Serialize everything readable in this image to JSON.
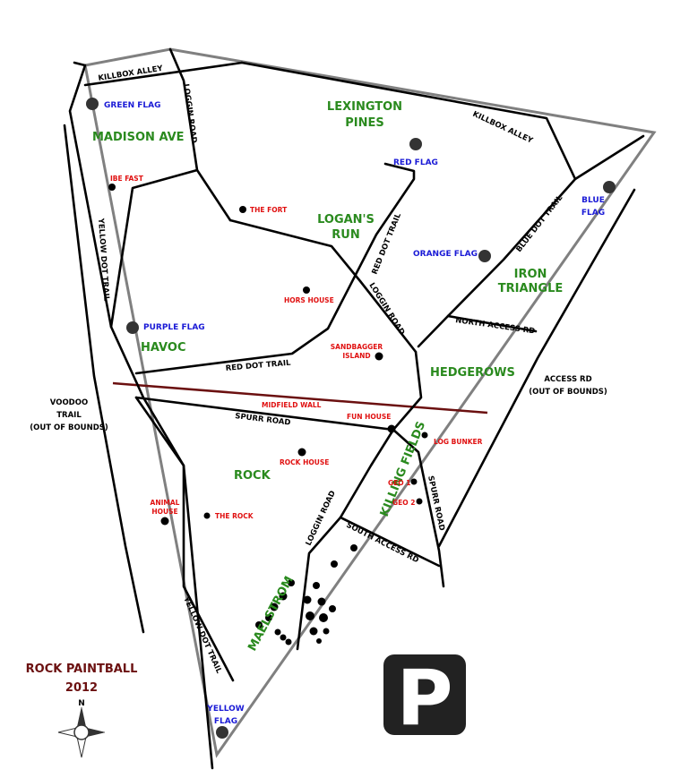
{
  "areas": {
    "madison": "MADISON AVE",
    "lexington_1": "LEXINGTON",
    "lexington_2": "PINES",
    "logans_1": "LOGAN'S",
    "logans_2": "RUN",
    "iron_1": "IRON",
    "iron_2": "TRIANGLE",
    "havoc": "HAVOC",
    "hedgerows": "HEDGEROWS",
    "rock": "ROCK",
    "killing": "KILLING FIELDS",
    "maelstrom": "MAELSTROM"
  },
  "flags": {
    "green": "GREEN FLAG",
    "red": "RED FLAG",
    "orange": "ORANGE FLAG",
    "blue_1": "BLUE",
    "blue_2": "FLAG",
    "purple": "PURPLE FLAG",
    "yellow_1": "YELLOW",
    "yellow_2": "FLAG"
  },
  "points": {
    "ibe_fast": "IBE FAST",
    "the_fort": "THE FORT",
    "hors_house": "HORS HOUSE",
    "sandbagger_1": "SANDBAGGER",
    "sandbagger_2": "ISLAND",
    "midfield_wall": "MIDFIELD WALL",
    "fun_house": "FUN HOUSE",
    "log_bunker": "LOG BUNKER",
    "rock_house": "ROCK HOUSE",
    "geo1": "GEO 1",
    "geo2": "GEO 2",
    "animal_1": "ANIMAL",
    "animal_2": "HOUSE",
    "the_rock": "THE ROCK"
  },
  "trails": {
    "killbox_top": "KILLBOX ALLEY",
    "killbox_right": "KILLBOX ALLEY",
    "loggin_top": "LOGGIN ROAD",
    "loggin_mid": "LOGGIN ROAD",
    "loggin_bottom": "LOGGIN ROAD",
    "red_dot_mid": "RED DOT TRAIL",
    "red_dot_left": "RED DOT TRAIL",
    "blue_dot": "BLUE DOT TRAIL",
    "yellow_dot_top": "YELLOW DOT TRAIL",
    "yellow_dot_bottom": "YELLOW DOT TRAIL",
    "north_access": "NORTH ACCESS RD",
    "access_1": "ACCESS RD",
    "access_2": "(OUT OF BOUNDS)",
    "voodoo_1": "VOODOO",
    "voodoo_2": "TRAIL",
    "voodoo_3": "(OUT OF BOUNDS)",
    "spurr_left": "SPURR ROAD",
    "spurr_right": "SPURR ROAD",
    "south_access": "SOUTH ACCESS RD"
  },
  "title": {
    "line1": "ROCK PAINTBALL",
    "line2": "2012"
  },
  "compass": {
    "north": "N"
  },
  "parking": {
    "label": "P"
  },
  "colors": {
    "area": "#2a8a1e",
    "flag": "#1a1ad6",
    "point": "#e01010",
    "midfield": "#6b1010",
    "boundary": "#808080"
  }
}
